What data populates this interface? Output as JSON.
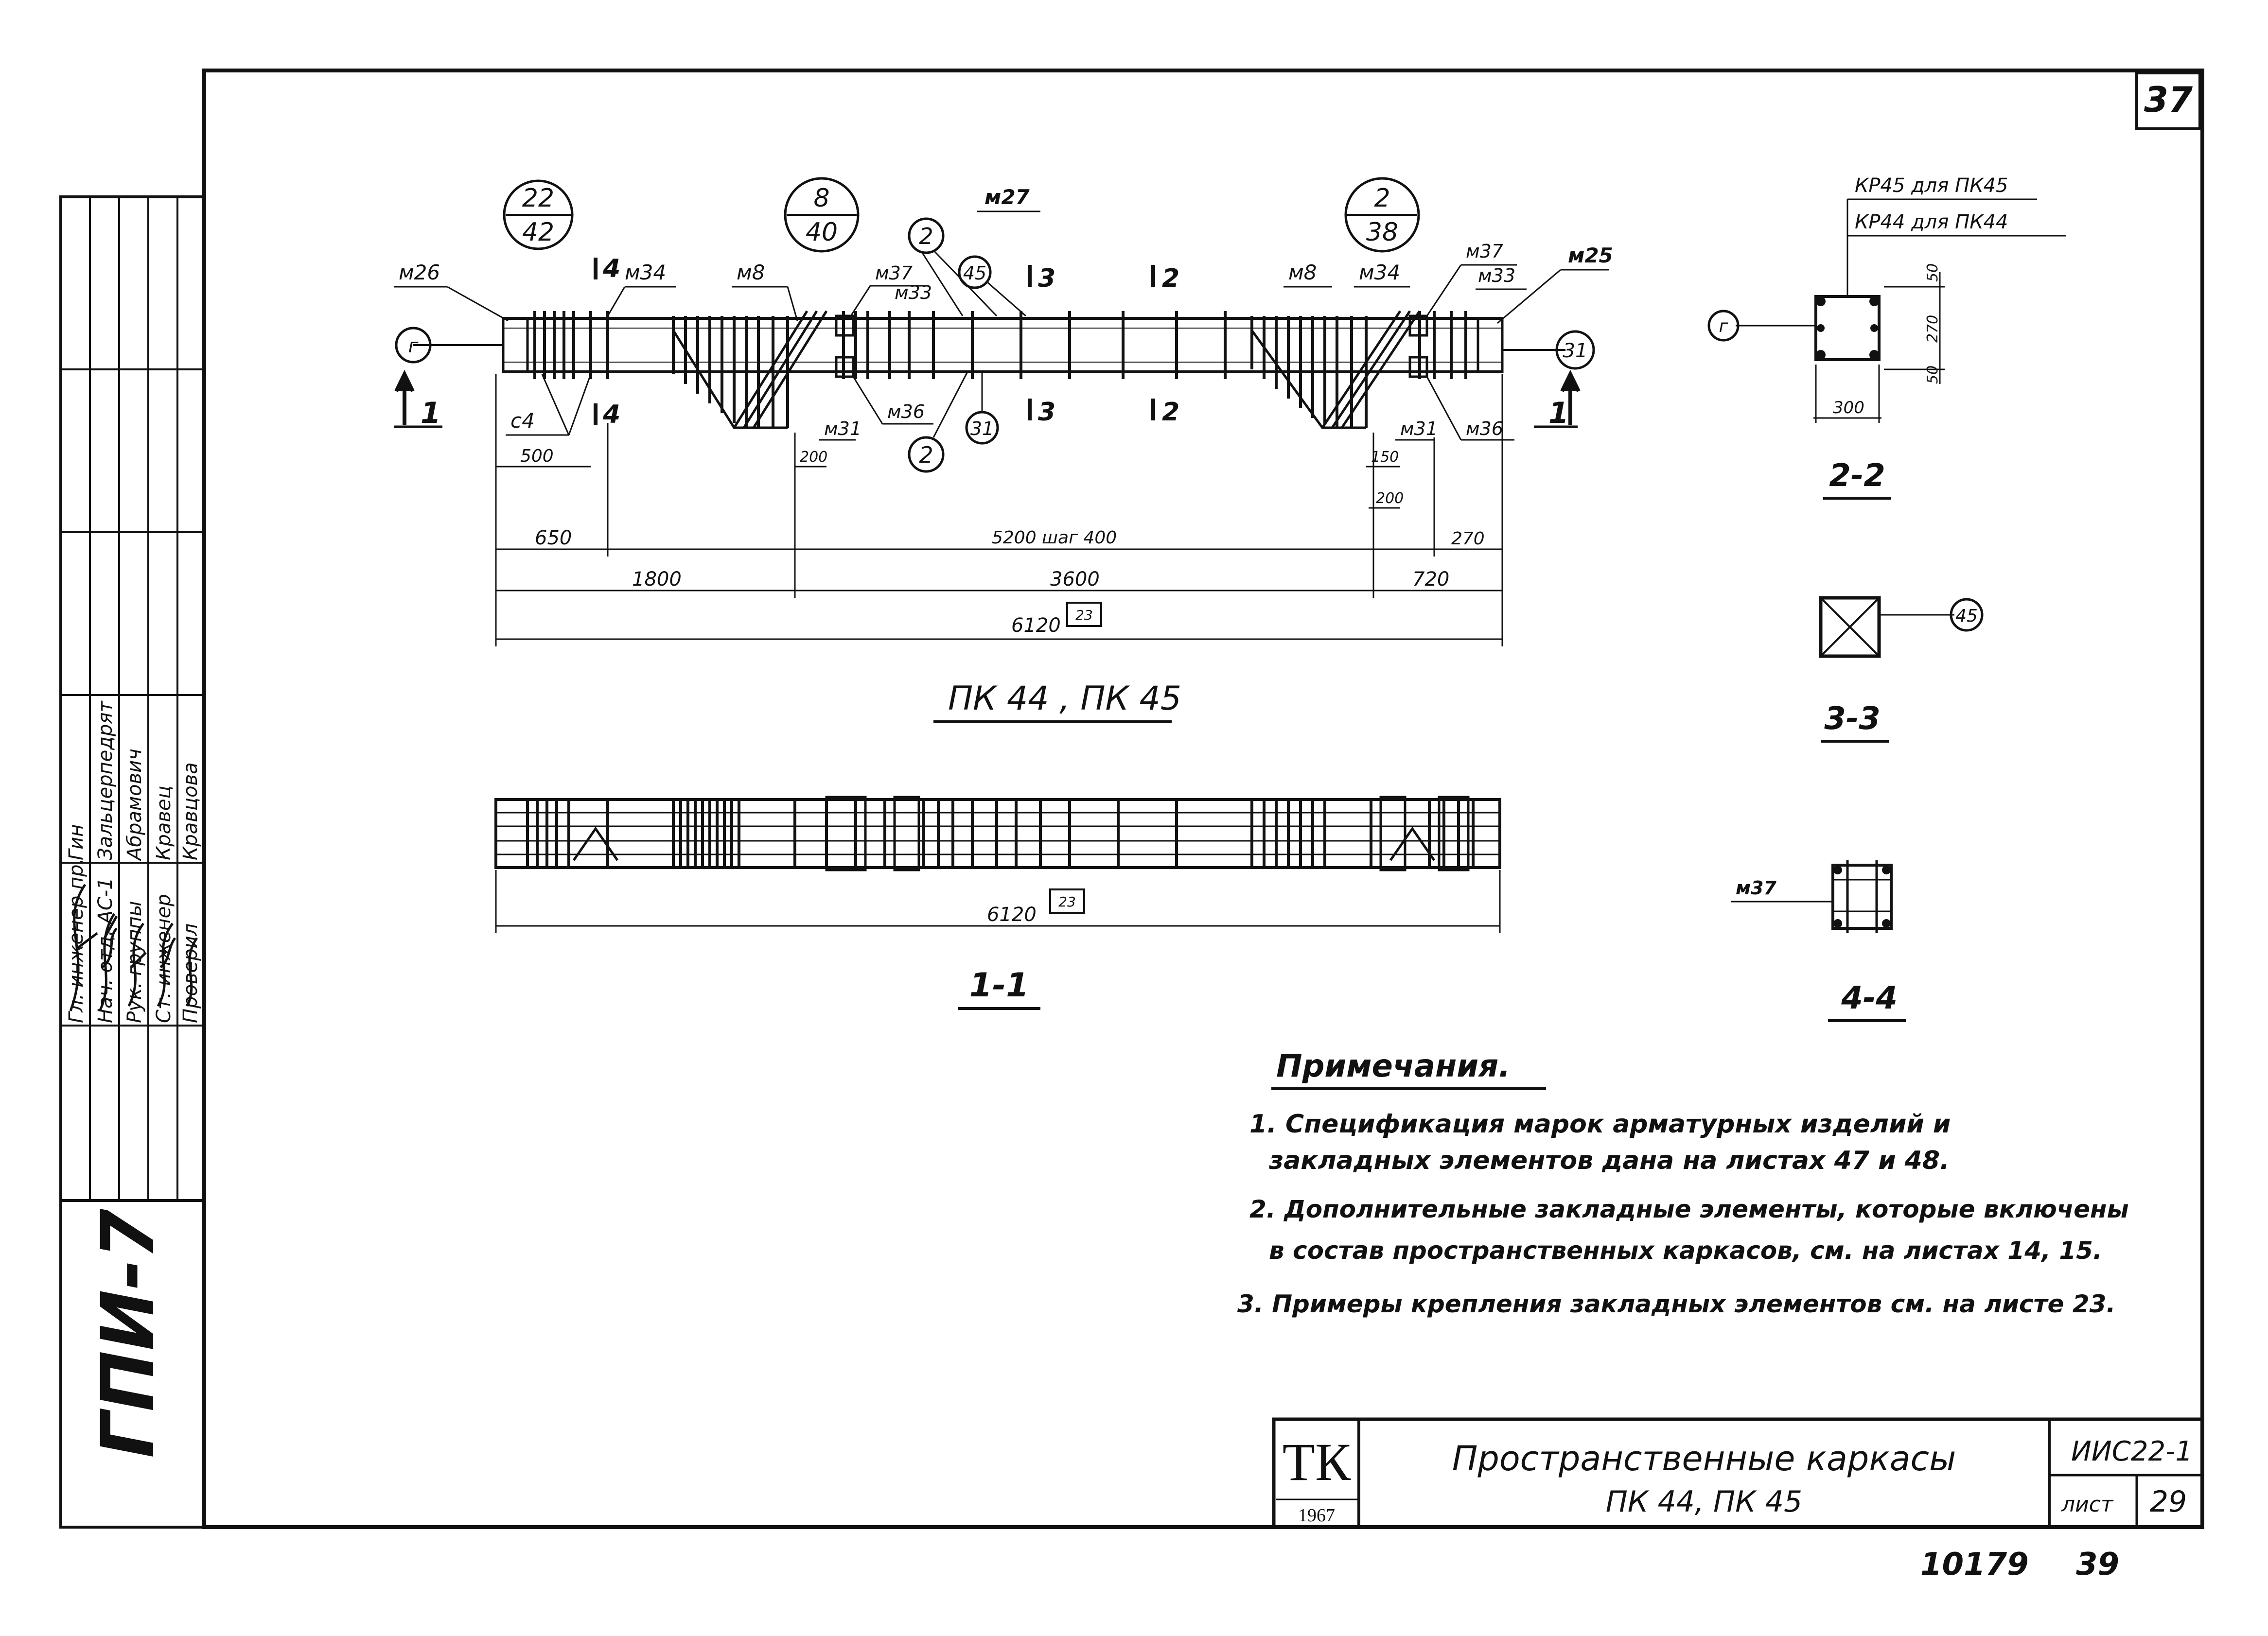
{
  "sheet": {
    "corner_number": "37",
    "bottom_numbers": [
      "10179",
      "39"
    ],
    "side_code": "ГПИ-7"
  },
  "title_block": {
    "logo": "ТК",
    "year": "1967",
    "title_line1": "Пространственные каркасы",
    "title_line2": "ПК 44, ПК 45",
    "series": "ИИС22-1",
    "sheet_label": "лист",
    "sheet_no": "29"
  },
  "signatures": {
    "roles": [
      "Гл. инженер пр.",
      "Нач. отд. АС-1",
      "Рук. группы",
      "Ст. инженер",
      "Проверил"
    ],
    "names": [
      "Гин",
      "Зальцерпедрят",
      "Абрамович",
      "Кравец",
      "Кравцова"
    ]
  },
  "main_view": {
    "title": "ПК 44 , ПК 45",
    "bubbles": [
      {
        "top": "22",
        "bottom": "42"
      },
      {
        "top": "8",
        "bottom": "40"
      },
      {
        "top": "2",
        "bottom": "38"
      }
    ],
    "labels": [
      "м26",
      "м34",
      "м8",
      "м37",
      "м33",
      "м27",
      "м8",
      "м34",
      "м37",
      "м33",
      "м25",
      "с4",
      "м31",
      "м36",
      "м31",
      "м36"
    ],
    "circles": [
      "г",
      "31",
      "2",
      "45",
      "2",
      "31"
    ],
    "section_marks": [
      "1",
      "1",
      "4",
      "4",
      "3",
      "3",
      "2",
      "2"
    ],
    "dimensions": {
      "d500": "500",
      "d200a": "200",
      "d150": "150",
      "d200b": "200",
      "d650": "650",
      "d5200": "5200 шаг 400",
      "d270": "270",
      "d1800": "1800",
      "d3600": "3600",
      "d720": "720",
      "d6120": "6120",
      "note_box": "23"
    }
  },
  "plan_view": {
    "title": "1-1",
    "dim": "6120",
    "note_box": "23"
  },
  "sections": {
    "s22": {
      "title": "2-2",
      "kr45": "КР45 для ПК45",
      "kr44": "КР44 для ПК44",
      "circle": "г",
      "w": "300",
      "h1": "50",
      "h2": "270",
      "h3": "50"
    },
    "s33": {
      "title": "3-3",
      "circle": "45"
    },
    "s44": {
      "title": "4-4",
      "label": "м37"
    }
  },
  "notes": {
    "heading": "Примечания.",
    "items": [
      "1. Спецификация марок арматурных изделий и",
      "закладных элементов дана на листах 47 и 48.",
      "2. Дополнительные закладные элементы, которые включены",
      "в состав пространственных каркасов, см. на листах 14, 15.",
      "3. Примеры крепления закладных элементов см. на листе 23."
    ]
  }
}
